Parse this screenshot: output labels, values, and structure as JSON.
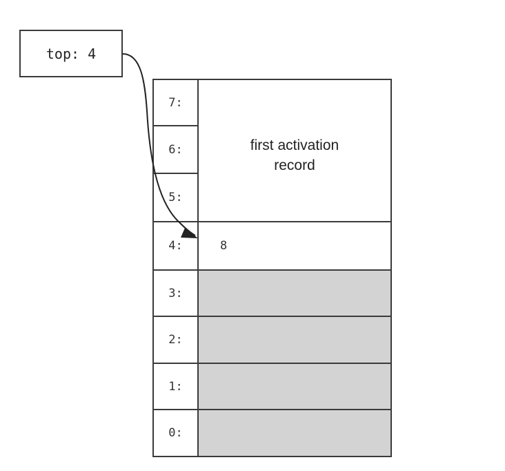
{
  "pointer": {
    "label": "top: 4"
  },
  "stack": {
    "indices": [
      "7:",
      "6:",
      "5:",
      "4:",
      "3:",
      "2:",
      "1:",
      "0:"
    ],
    "record_label_line1": "first activation",
    "record_label_line2": "record",
    "slot4_value": "8"
  }
}
